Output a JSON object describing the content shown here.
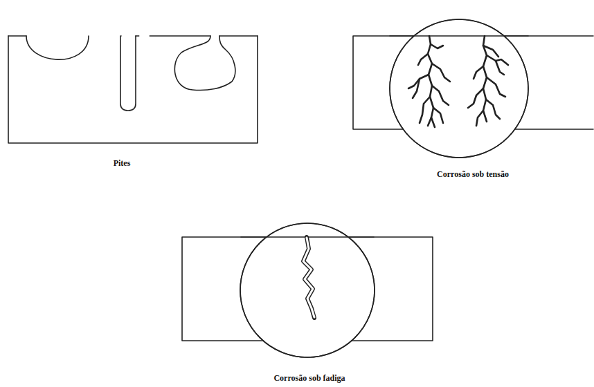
{
  "diagram": {
    "labels": [
      "Pites",
      "Corrosão sob tensão",
      "Corrosão sob fadiga"
    ]
  }
}
